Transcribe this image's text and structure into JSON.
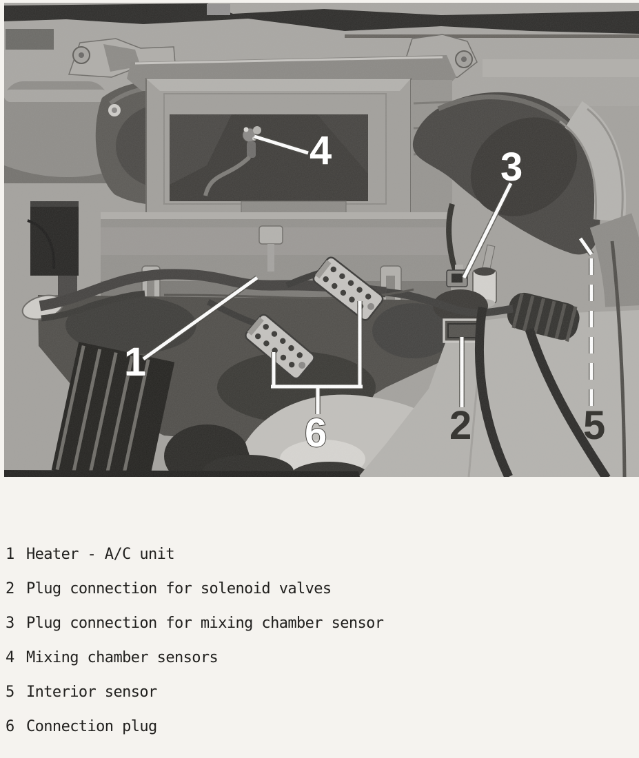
{
  "page": {
    "background": "#f5f3ef"
  },
  "figure": {
    "kind": "grayscale-photograph",
    "colors": {
      "photo_base": "#a4a29e",
      "dark_band": "#2d2c2a",
      "window_dark": "#3f3d3a",
      "callout_light": "#ffffff",
      "callout_dark": "#393834"
    }
  },
  "legend": {
    "items": [
      {
        "number": "1",
        "label": "Heater - A/C unit"
      },
      {
        "number": "2",
        "label": "Plug connection for solenoid valves"
      },
      {
        "number": "3",
        "label": "Plug connection for mixing chamber sensor"
      },
      {
        "number": "4",
        "label": "Mixing chamber sensors"
      },
      {
        "number": "5",
        "label": "Interior sensor"
      },
      {
        "number": "6",
        "label": "Connection plug"
      }
    ]
  }
}
